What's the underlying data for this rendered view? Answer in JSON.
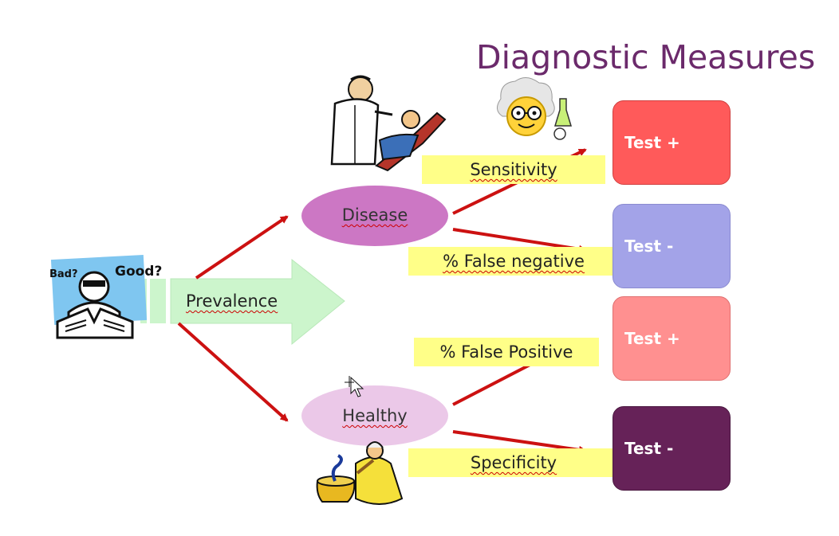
{
  "title": "Diagnostic Measures",
  "prevalence_label": "Prevalence",
  "nodes": {
    "disease": "Disease",
    "healthy": "Healthy"
  },
  "edge_labels": {
    "sensitivity": "Sensitivity",
    "false_negative": "% False negative",
    "false_positive": "% False Positive",
    "specificity": "Specificity"
  },
  "results": [
    {
      "label": "Test +",
      "color": "#ff5a5a"
    },
    {
      "label": "Test -",
      "color": "#a3a3e8"
    },
    {
      "label": "Test +",
      "color": "#ff9090"
    },
    {
      "label": "Test -",
      "color": "#662258"
    }
  ],
  "clipart_text": {
    "bad": "Bad?",
    "good": "Good?"
  },
  "icons": [
    "newspaper-reader-icon",
    "dentist-icon",
    "scientist-icon",
    "snake-charmer-icon",
    "move-cursor-icon"
  ],
  "colors": {
    "arrow": "#cc1111",
    "disease_fill": "#cc77c4",
    "healthy_fill": "#ebc8e8",
    "label_fill": "#ffff88",
    "prevalence_arrow": "#ccf5cc",
    "title": "#6b2a6b"
  }
}
